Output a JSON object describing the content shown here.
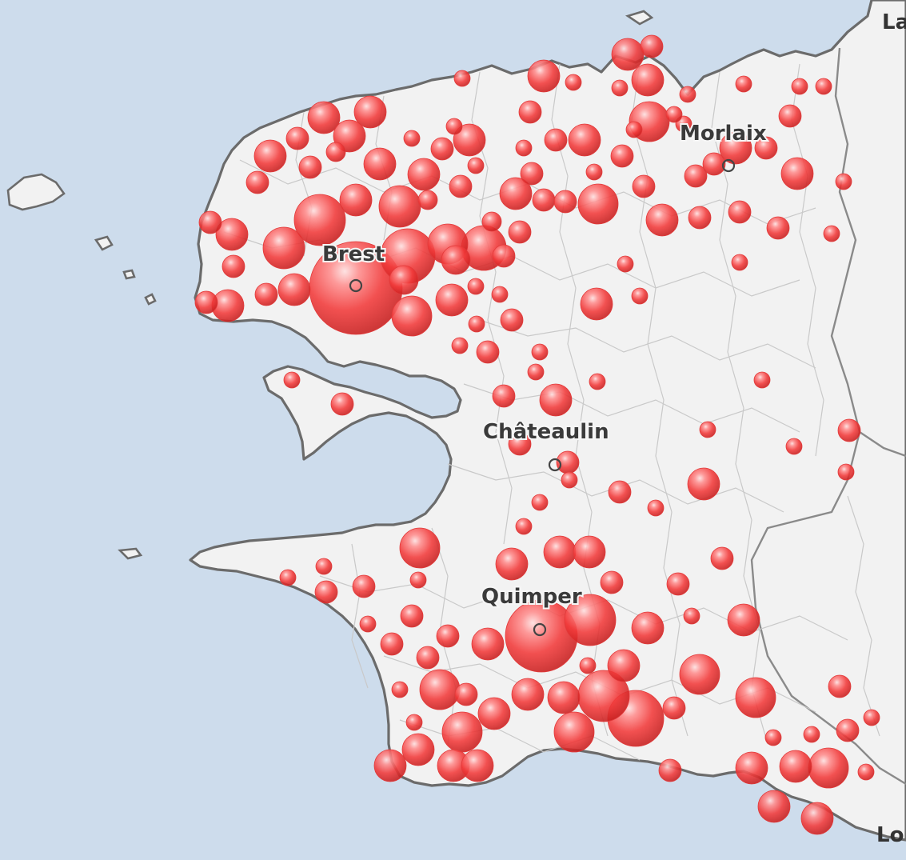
{
  "map": {
    "colors": {
      "sea": "#cddcec",
      "land": "#f2f2f2",
      "coast": "#6b6b6b",
      "bubble": "#ff3b3b",
      "bubble_highlight": "#ffe0e0"
    },
    "cities": [
      {
        "name": "Brest"
      },
      {
        "name": "Morlaix"
      },
      {
        "name": "Châteaulin"
      },
      {
        "name": "Quimper"
      }
    ],
    "edge_labels": {
      "top_right": "La",
      "bottom_right": "Lo"
    }
  }
}
